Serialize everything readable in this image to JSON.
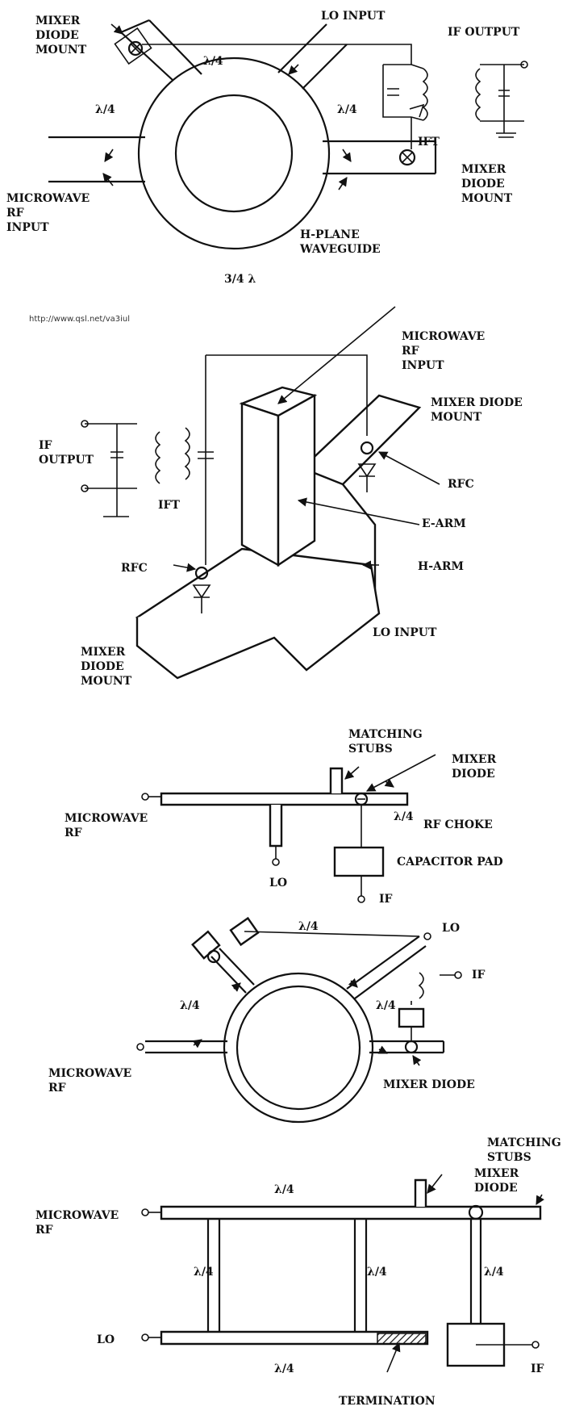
{
  "fig1": {
    "mixer_mount_top": [
      "MIXER",
      "DIODE",
      "MOUNT"
    ],
    "lo_input": "LO INPUT",
    "if_output": "IF OUTPUT",
    "quarter_top": "λ/4",
    "quarter_left": "λ/4",
    "quarter_right": "λ/4",
    "ift": "IFT",
    "mixer_mount_right": [
      "MIXER",
      "DIODE",
      "MOUNT"
    ],
    "rf_input": [
      "MICROWAVE",
      "RF",
      "INPUT"
    ],
    "hplane": [
      "H-PLANE",
      "WAVEGUIDE"
    ],
    "three_quarter": "3/4 λ"
  },
  "url": "http://www.qsl.net/va3iul",
  "fig2": {
    "rf_input": [
      "MICROWAVE",
      "RF",
      "INPUT"
    ],
    "mixer_mount_right": [
      "MIXER DIODE",
      "MOUNT"
    ],
    "if_output": [
      "IF",
      "OUTPUT"
    ],
    "ift": "IFT",
    "rfc_right": "RFC",
    "e_arm": "E-ARM",
    "rfc_left": "RFC",
    "h_arm": "H-ARM",
    "lo_input": "LO INPUT",
    "mixer_mount_left": [
      "MIXER",
      "DIODE",
      "MOUNT"
    ]
  },
  "fig3": {
    "matching_stubs": [
      "MATCHING",
      "STUBS"
    ],
    "mixer_diode": [
      "MIXER",
      "DIODE"
    ],
    "microwave_rf": [
      "MICROWAVE",
      "RF"
    ],
    "quarter": "λ/4",
    "rf_choke": "RF CHOKE",
    "capacitor_pad": "CAPACITOR PAD",
    "lo": "LO",
    "if": "IF"
  },
  "fig4": {
    "quarter_top": "λ/4",
    "lo": "LO",
    "if": "IF",
    "quarter_left": "λ/4",
    "quarter_right": "λ/4",
    "microwave_rf": [
      "MICROWAVE",
      "RF"
    ],
    "mixer_diode": "MIXER DIODE"
  },
  "fig5": {
    "matching_stubs": [
      "MATCHING",
      "STUBS"
    ],
    "quarter_top": "λ/4",
    "mixer_diode": [
      "MIXER",
      "DIODE"
    ],
    "microwave_rf": [
      "MICROWAVE",
      "RF"
    ],
    "quarter_left": "λ/4",
    "quarter_mid": "λ/4",
    "quarter_right": "λ/4",
    "lo": "LO",
    "quarter_bottom": "λ/4",
    "if": "IF",
    "termination": "TERMINATION"
  }
}
